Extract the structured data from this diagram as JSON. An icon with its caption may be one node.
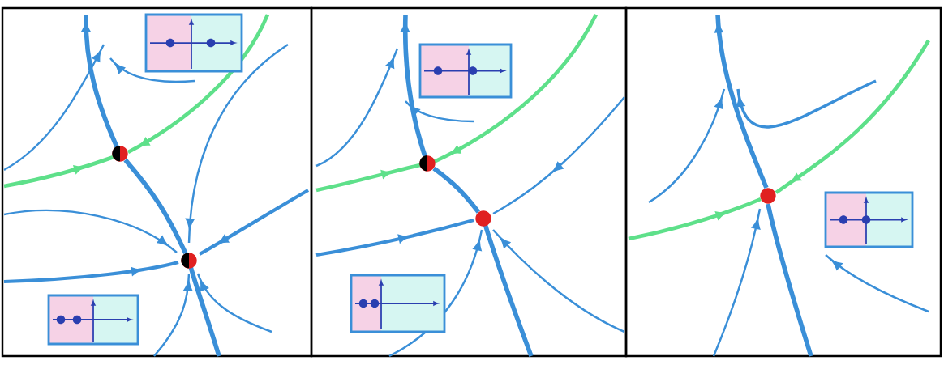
{
  "diagram": {
    "nodes": [
      {
        "text": [],
        "shape": "box"
      },
      {
        "text": [],
        "shape": "box"
      },
      {
        "text": [],
        "shape": "box"
      },
      {
        "text": [],
        "shape": "circle",
        "in": 0
      },
      {
        "text": [],
        "shape": "circle",
        "in": 0
      },
      {
        "text": [],
        "shape": "circle",
        "in": 1
      },
      {
        "text": [],
        "shape": "circle",
        "in": 1
      },
      {
        "text": [],
        "shape": "circle",
        "in": 2
      }
    ],
    "edges": [
      {
        "from": 4,
        "to": 3,
        "arrow": "none"
      },
      {
        "from": 6,
        "to": 5,
        "arrow": "none"
      }
    ]
  }
}
